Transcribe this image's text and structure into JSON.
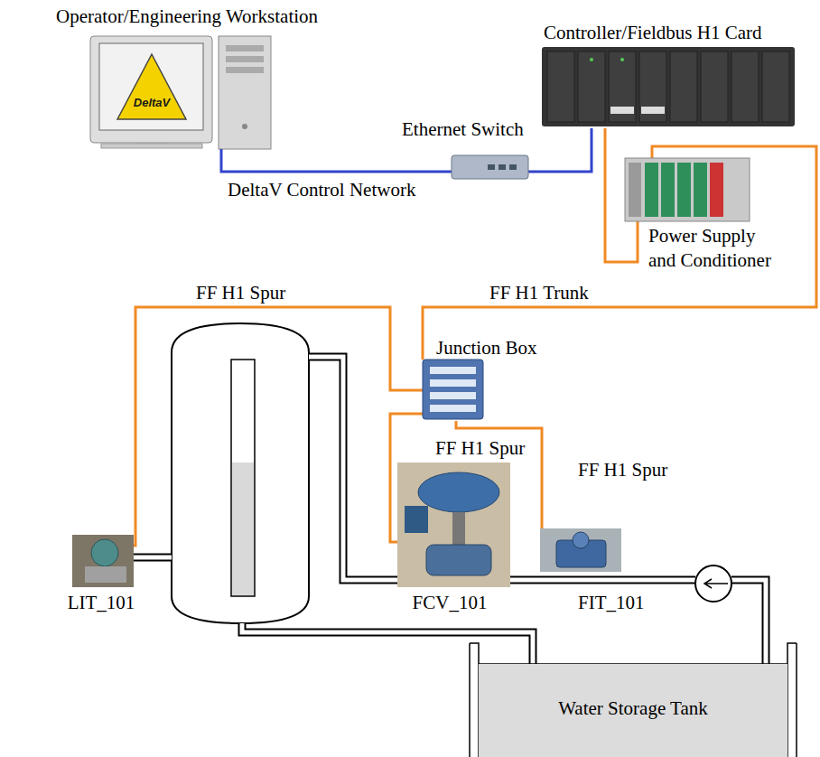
{
  "diagram": {
    "nodes": [
      {
        "text": [
          "Operator/Engineering Workstation"
        ]
      },
      {
        "text": [
          "Controller/Fieldbus H1 Card"
        ]
      },
      {
        "text": [
          "Ethernet Switch"
        ]
      },
      {
        "text": [
          "Power Supply and Conditioner"
        ]
      },
      {
        "text": [
          "Junction Box"
        ]
      },
      {
        "text": [
          "LIT_101"
        ]
      },
      {
        "text": [
          "FCV_101"
        ]
      },
      {
        "text": [
          "FIT_101"
        ]
      },
      {
        "text": [
          "Water Storage Tank"
        ]
      }
    ],
    "edges": [
      {
        "from": 0,
        "to": 2,
        "label": "DeltaV Control Network",
        "arrow": "none"
      },
      {
        "from": 2,
        "to": 1,
        "arrow": "none"
      },
      {
        "from": 1,
        "to": 3,
        "arrow": "none"
      },
      {
        "from": 3,
        "to": 4,
        "label": "FF H1 Trunk",
        "arrow": "none"
      },
      {
        "from": 4,
        "to": 5,
        "label": "FF H1 Spur",
        "arrow": "none"
      },
      {
        "from": 4,
        "to": 6,
        "label": "FF H1 Spur",
        "arrow": "none"
      },
      {
        "from": 4,
        "to": 7,
        "label": "FF H1 Spur",
        "arrow": "none"
      }
    ],
    "labels": [
      "DeltaV"
    ]
  }
}
